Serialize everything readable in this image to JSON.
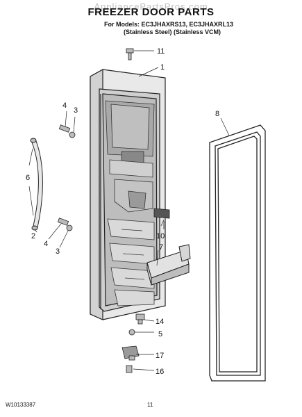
{
  "header": {
    "watermark": "AppliancePartsPros.com",
    "title": "FREEZER DOOR PARTS",
    "models_line1": "For Models: EC3JHAXRS13, EC3JHAXRL13",
    "models_line2": "(Stainless Steel) (Stainless VCM)"
  },
  "callouts": {
    "c11": "11",
    "c1": "1",
    "c4a": "4",
    "c3a": "3",
    "c8": "8",
    "c6": "6",
    "c2": "2",
    "c4b": "4",
    "c3b": "3",
    "c10": "10",
    "c7": "7",
    "c14": "14",
    "c5": "5",
    "c17": "17",
    "c16": "16"
  },
  "footer": {
    "doc_number": "W10133387",
    "page_number": "11"
  }
}
